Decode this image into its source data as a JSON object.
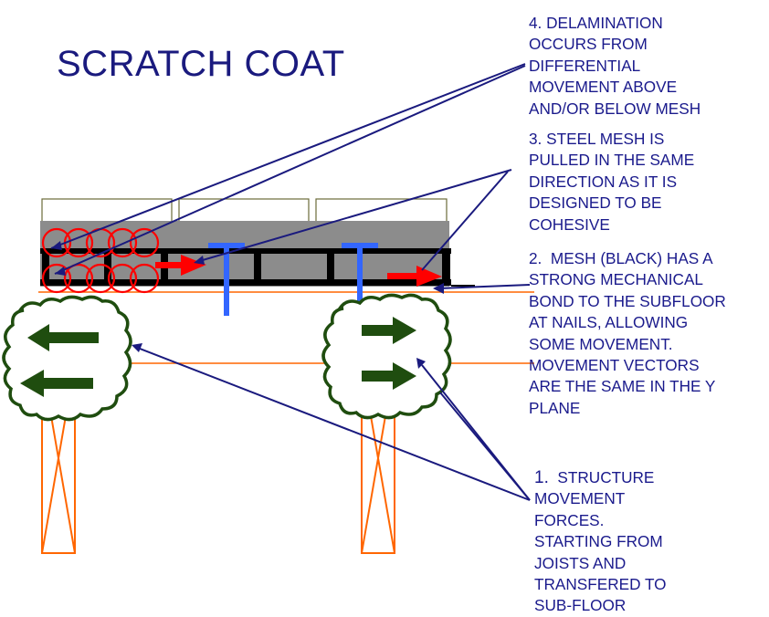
{
  "title": "SCRATCH COAT",
  "notes": {
    "note4": {
      "lines": [
        "4. DELAMINATION",
        "OCCURS FROM",
        "DIFFERENTIAL",
        "MOVEMENT ABOVE",
        "AND/OR BELOW MESH"
      ]
    },
    "note3": {
      "lines": [
        "3. STEEL MESH IS",
        "PULLED IN THE SAME",
        "DIRECTION AS IT IS",
        "DESIGNED TO BE",
        "COHESIVE"
      ]
    },
    "note2": {
      "lines": [
        "2.  MESH (BLACK) HAS A",
        "STRONG MECHANICAL",
        "BOND TO THE SUBFLOOR",
        "AT NAILS, ALLOWING",
        "SOME MOVEMENT.",
        "MOVEMENT VECTORS",
        "ARE THE SAME IN THE Y",
        "PLANE"
      ]
    },
    "note1": {
      "number": "1.",
      "first": "  STRUCTURE",
      "lines": [
        "MOVEMENT",
        "FORCES.",
        "STARTING FROM",
        "JOISTS AND",
        "TRANSFERED TO",
        "SUB-FLOOR"
      ]
    }
  },
  "colors": {
    "text": "#1a1a8c",
    "tile_outline": "#6b6b3a",
    "mortar": "#8c8c8c",
    "mesh": "#000000",
    "red": "#ff0000",
    "nail": "#3366ff",
    "subfloor": "#ff6600",
    "joist": "#ff6600",
    "cloud": "#1f4d0f",
    "green_arrow": "#1f4d0f",
    "leader": "#1a1a7e"
  }
}
